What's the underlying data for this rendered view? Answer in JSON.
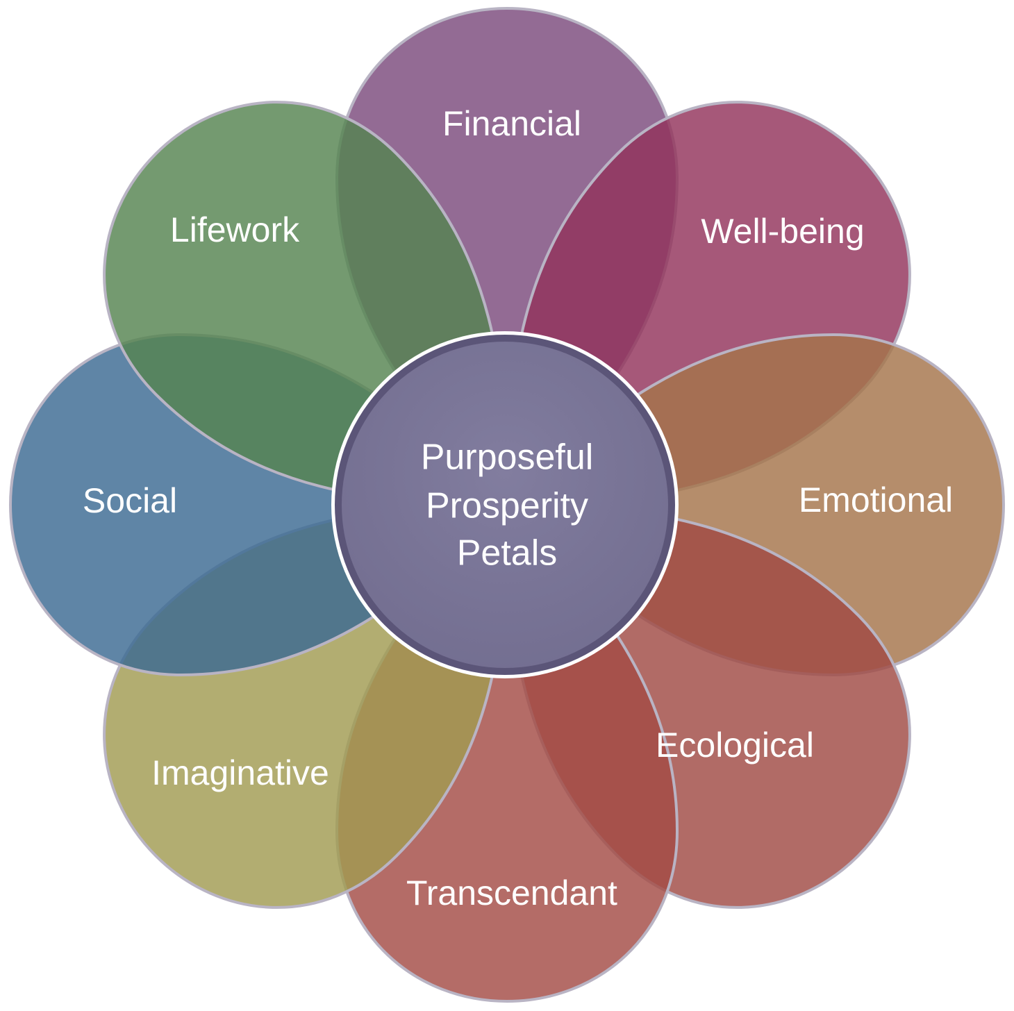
{
  "diagram": {
    "center": {
      "lines": [
        "Purposeful",
        "Prosperity",
        "Petals"
      ],
      "color": "#7a7599",
      "ring_color": "#5b5578"
    },
    "petals": [
      {
        "label": "Financial",
        "color": "#7b4a7c"
      },
      {
        "label": "Well-being",
        "color": "#92335c"
      },
      {
        "label": "Emotional",
        "color": "#a5744a"
      },
      {
        "label": "Ecological",
        "color": "#a04a44"
      },
      {
        "label": "Transcendant",
        "color": "#a34c45"
      },
      {
        "label": "Imaginative",
        "color": "#a19b52"
      },
      {
        "label": "Social",
        "color": "#3c6a93"
      },
      {
        "label": "Lifework",
        "color": "#568451"
      }
    ]
  }
}
